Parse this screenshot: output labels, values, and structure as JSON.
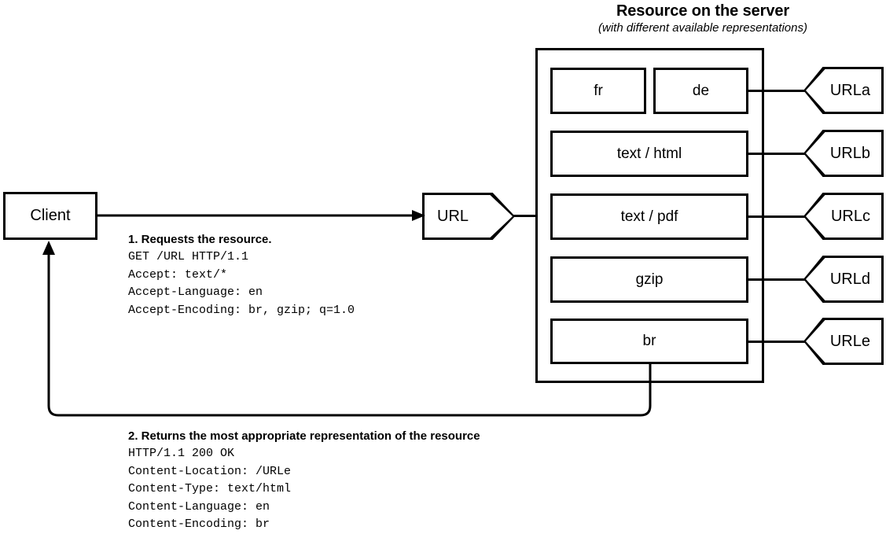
{
  "diagram": {
    "server": {
      "title": "Resource on the server",
      "subtitle": "(with different available representations)",
      "representations": [
        {
          "label": "fr",
          "url_label": "URLa",
          "split_row": true,
          "sibling_label": "de"
        },
        {
          "label": "text / html",
          "url_label": "URLb"
        },
        {
          "label": "text / pdf",
          "url_label": "URLc"
        },
        {
          "label": "gzip",
          "url_label": "URLd"
        },
        {
          "label": "br",
          "url_label": "URLe"
        }
      ]
    },
    "client": {
      "label": "Client"
    },
    "url_node": {
      "label": "URL"
    },
    "request": {
      "heading": "1. Requests the resource.",
      "lines": [
        "GET /URL HTTP/1.1",
        "Accept: text/*",
        "Accept-Language: en",
        "Accept-Encoding: br, gzip; q=1.0"
      ]
    },
    "response": {
      "heading": "2. Returns the most appropriate representation of the resource",
      "lines": [
        "HTTP/1.1 200 OK",
        "Content-Location: /URLe",
        "Content-Type: text/html",
        "Content-Language: en",
        "Content-Encoding: br"
      ]
    },
    "colors": {
      "stroke": "#000000",
      "background": "#ffffff"
    }
  }
}
